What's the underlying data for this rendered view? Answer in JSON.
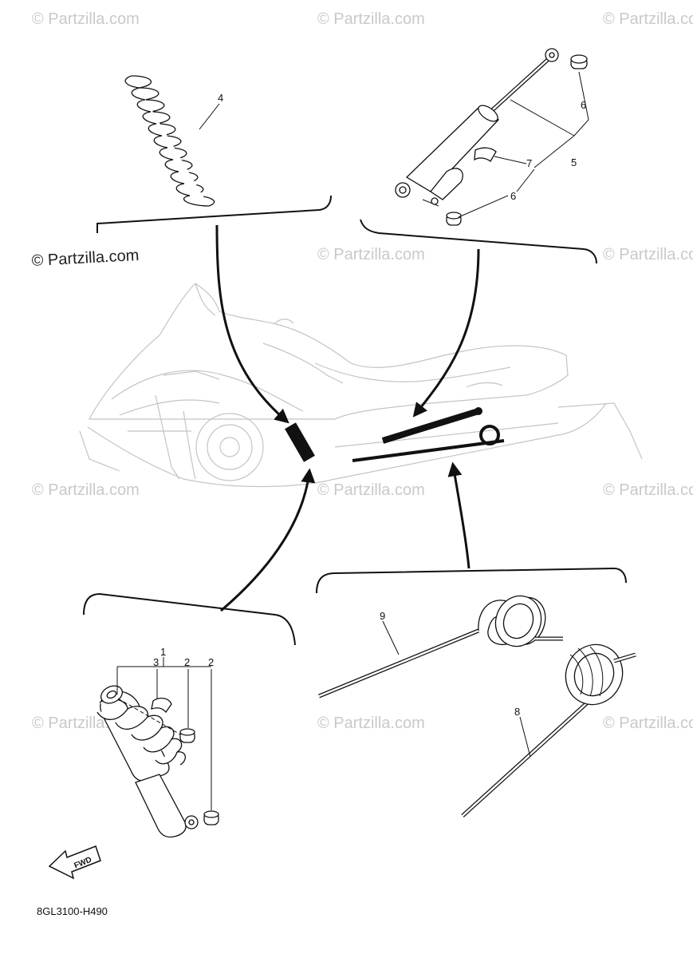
{
  "watermarks": {
    "main": "© Partzilla.com",
    "repeat": "© Partzilla.com"
  },
  "callouts": {
    "c1": "1",
    "c2a": "2",
    "c2b": "2",
    "c3": "3",
    "c4": "4",
    "c5": "5",
    "c6a": "6",
    "c6b": "6",
    "c7": "7",
    "c8": "8",
    "c9": "9"
  },
  "fwd_badge": "FWD",
  "diagram_code": "8GL3100-H490"
}
